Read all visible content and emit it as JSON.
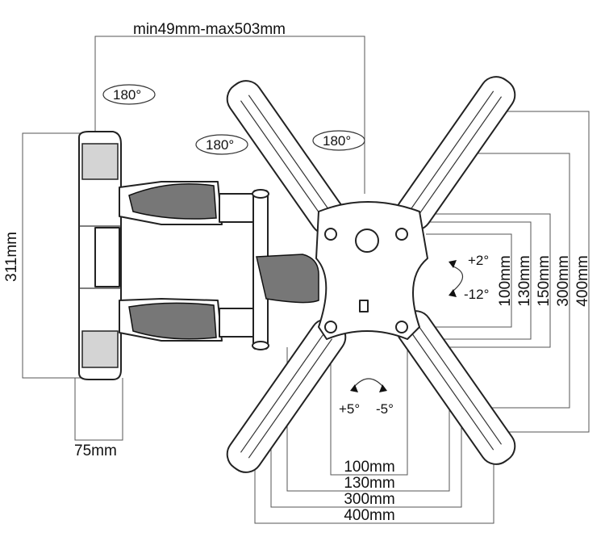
{
  "labels": {
    "top_range": "min49mm-max503mm",
    "height": "311mm",
    "depth": "75mm",
    "rotate_left": "180°",
    "rotate_mid": "180°",
    "rotate_right": "180°",
    "tilt_up": "+2°",
    "tilt_down": "-12°",
    "swivel_left": "+5°",
    "swivel_right": "-5°",
    "vesa_v": [
      "100mm",
      "130mm",
      "150mm",
      "300mm",
      "400mm"
    ],
    "vesa_h": [
      "100mm",
      "130mm",
      "300mm",
      "400mm"
    ]
  },
  "icons": [
    "rotation-arrow-icon",
    "tilt-arrow-icon",
    "swivel-arrow-icon",
    "vesa-hole-icon"
  ]
}
